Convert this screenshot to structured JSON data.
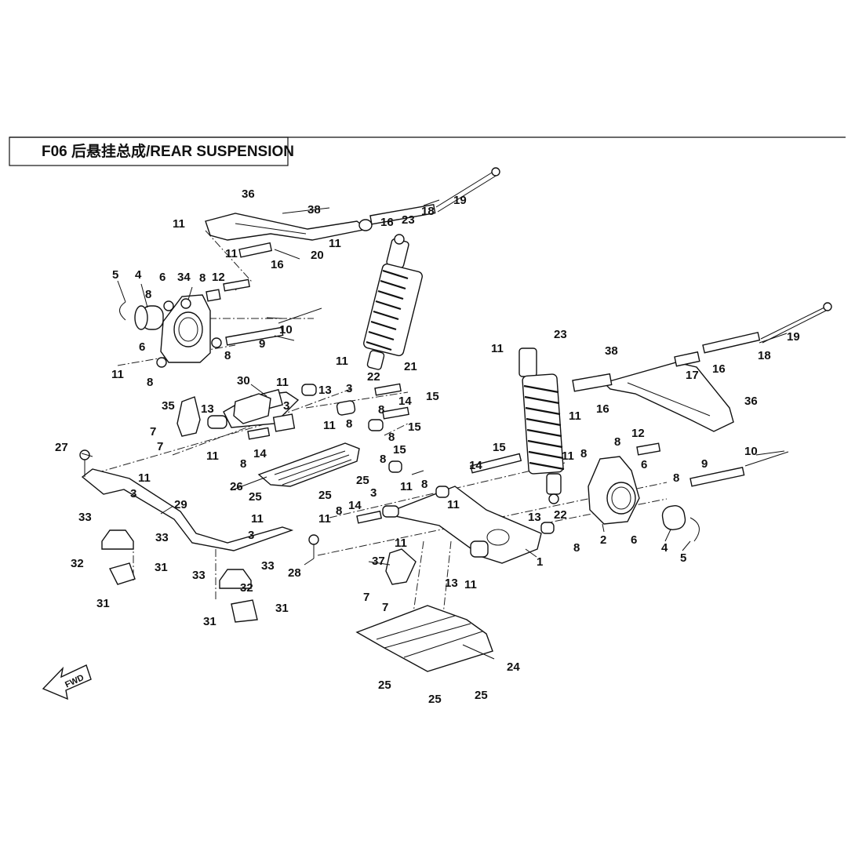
{
  "header": {
    "title": "F06 后悬挂总成/REAR SUSPENSION"
  },
  "fwd_label": "FWD",
  "callouts": [
    "1",
    "2",
    "3",
    "4",
    "5",
    "6",
    "7",
    "8",
    "9",
    "10",
    "11",
    "12",
    "13",
    "14",
    "15",
    "16",
    "17",
    "18",
    "19",
    "20",
    "21",
    "22",
    "23",
    "24",
    "25",
    "26",
    "27",
    "28",
    "29",
    "30",
    "31",
    "32",
    "33",
    "34",
    "35",
    "36",
    "37",
    "38"
  ]
}
